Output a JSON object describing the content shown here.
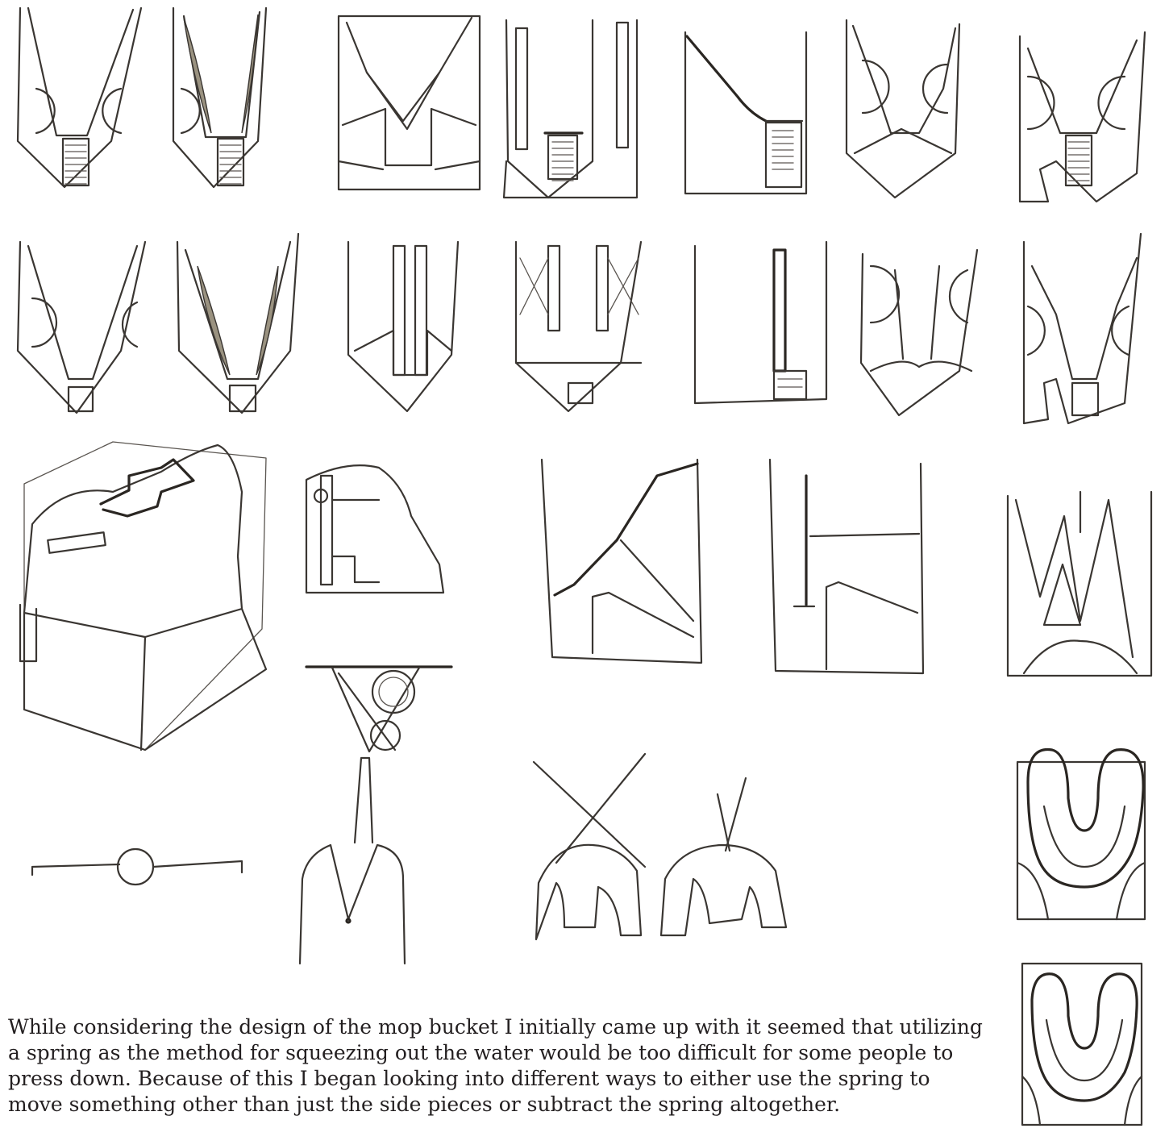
{
  "caption": "While considering the design of the mop bucket I initially came up with it seemed that utilizing a spring as the method for squeezing out the water would be too difficult for some people to press down. Because of this I began looking into different ways to either use the spring to move something other than just the side pieces or subtract the spring altogether.",
  "colors": {
    "ink": "#3a3632",
    "paper": "#ffffff",
    "text": "#231f20"
  },
  "sketches": {
    "row1": [
      "wringer-concept-1",
      "wringer-concept-2",
      "wringer-concept-3",
      "wringer-concept-4",
      "wringer-concept-5",
      "wringer-concept-6",
      "wringer-concept-7"
    ],
    "row2": [
      "wringer-concept-8",
      "wringer-concept-9",
      "wringer-concept-10",
      "wringer-concept-11",
      "wringer-concept-12",
      "wringer-concept-13",
      "wringer-concept-14"
    ],
    "lower": [
      "bucket-perspective",
      "lever-mechanism",
      "gear-mechanism",
      "pivot-bar",
      "v-clamp",
      "hinged-wringer-1",
      "hinged-wringer-2",
      "scissor-wringer",
      "a-frame-wringer",
      "u-wringer-1",
      "u-wringer-2"
    ]
  }
}
